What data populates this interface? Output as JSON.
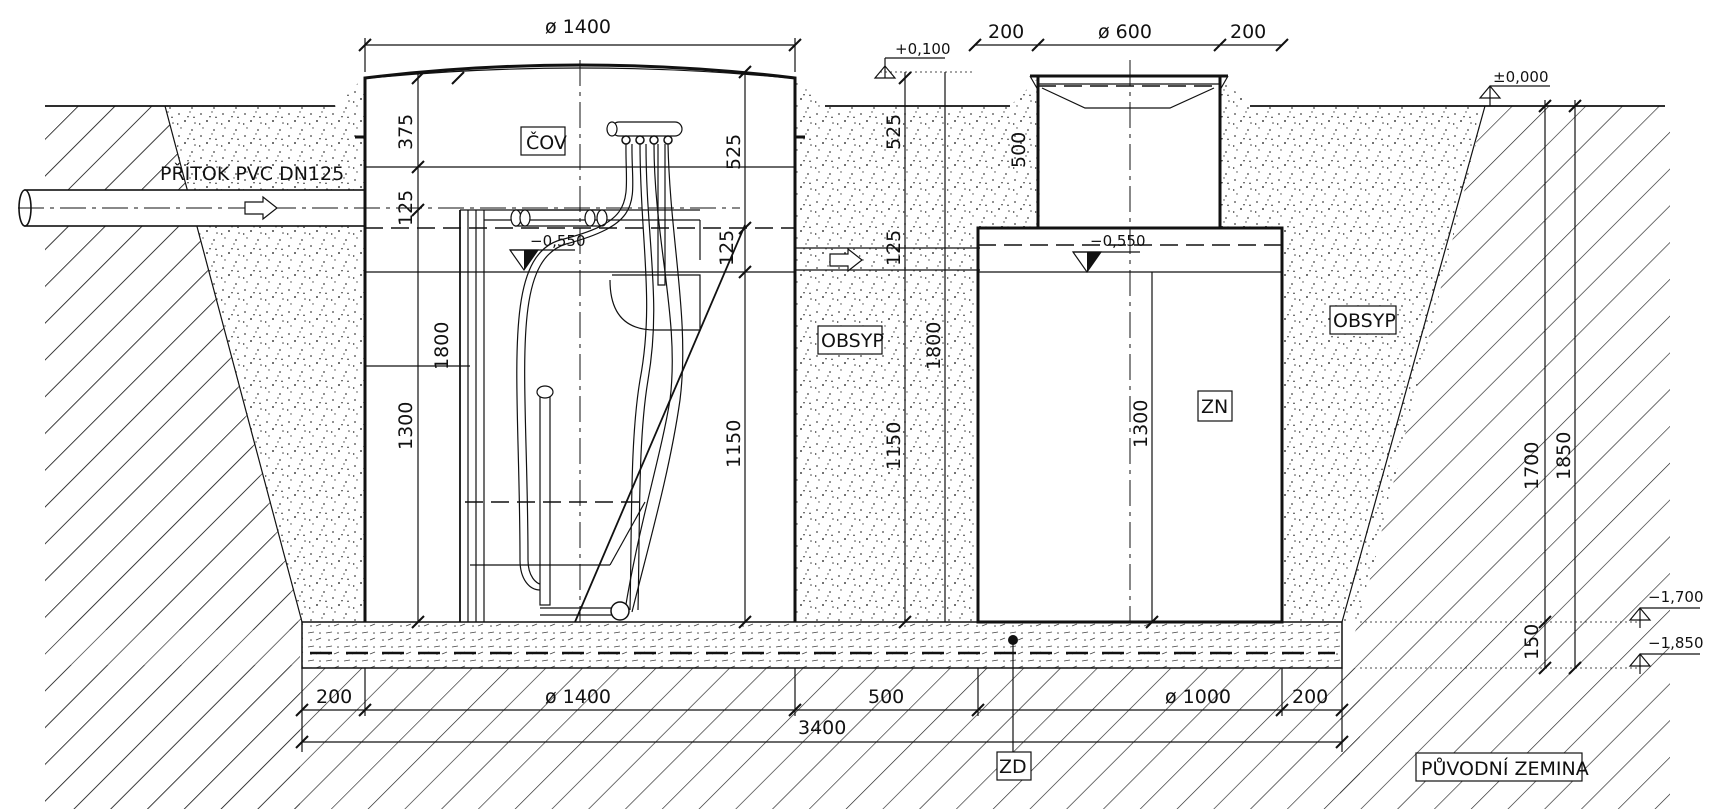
{
  "labels": {
    "cov": "ČOV",
    "zn": "ZN",
    "zd": "ZD",
    "obsyp_left": "OBSYP",
    "obsyp_right": "OBSYP",
    "puvodni": "PŮVODNÍ  ZEMINA",
    "pritok": "PŘÍTOK  PVC  DN125"
  },
  "levels": {
    "ground": "±0,000",
    "shaft_top": "+0,100",
    "water_left": "−0,550",
    "water_right": "−0,550",
    "bottom": "−1,700",
    "base": "−1,850"
  },
  "dims": {
    "top_d1400": "ø  1400",
    "top_200a": "200",
    "top_d600": "ø  600",
    "top_200b": "200",
    "d375": "375",
    "d125a": "125",
    "d1800a": "1800",
    "d1300a": "1300",
    "d525a": "525",
    "d125b": "125",
    "d1150a": "1150",
    "d525b": "525",
    "d125c": "125",
    "d1800b": "1800",
    "d1150b": "1150",
    "d500": "500",
    "d1300b": "1300",
    "d1700": "1700",
    "d1850": "1850",
    "d150": "150",
    "bot_200a": "200",
    "bot_d1400": "ø  1400",
    "bot_500": "500",
    "bot_d1000": "ø  1000",
    "bot_200b": "200",
    "bot_3400": "3400"
  }
}
